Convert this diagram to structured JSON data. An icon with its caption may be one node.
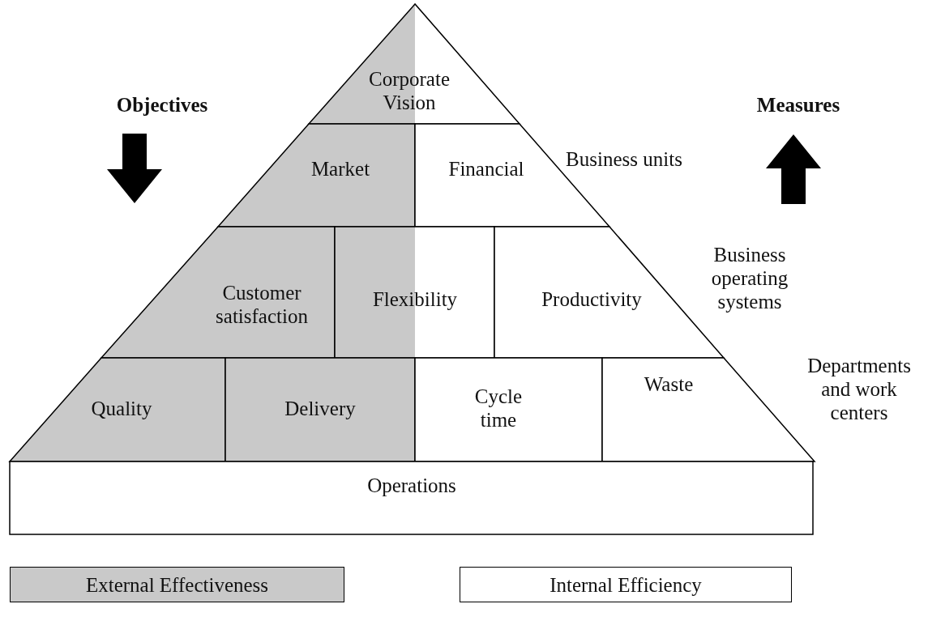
{
  "diagram": {
    "nodes": [
      {
        "text": [
          "Corporate Vision"
        ]
      },
      {
        "text": [
          "Market"
        ]
      },
      {
        "text": [
          "Financial"
        ]
      },
      {
        "text": [
          "Customer satisfaction"
        ]
      },
      {
        "text": [
          "Flexibility"
        ]
      },
      {
        "text": [
          "Productivity"
        ]
      },
      {
        "text": [
          "Quality"
        ]
      },
      {
        "text": [
          "Delivery"
        ]
      },
      {
        "text": [
          "Cycle time"
        ]
      },
      {
        "text": [
          "Waste"
        ]
      },
      {
        "text": [
          "Operations"
        ]
      }
    ],
    "edges": [],
    "labels": [
      "Objectives",
      "Measures",
      "Business units",
      "Business operating systems",
      "Departments and work centers"
    ],
    "legend": [
      {
        "text": "External Effectiveness",
        "color": "#c9c9c9"
      },
      {
        "text": "Internal Efficiency",
        "color": "#ffffff"
      }
    ]
  }
}
